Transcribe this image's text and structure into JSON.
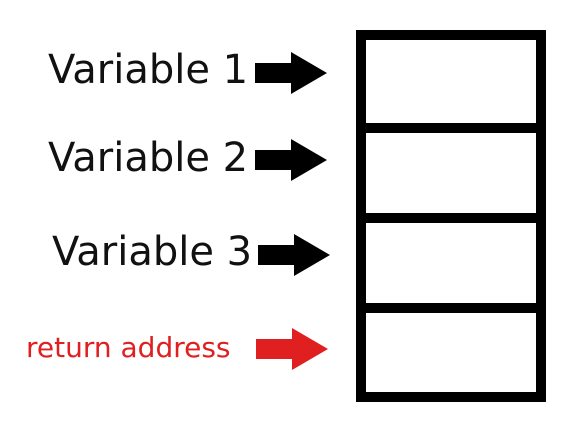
{
  "labels": {
    "variable_1": "Variable 1",
    "variable_2": "Variable 2",
    "variable_3": "Variable 3",
    "return_address": "return address"
  },
  "colors": {
    "text": "#111111",
    "return_text": "#e02020",
    "arrow_default": "#000000",
    "arrow_return": "#e02020",
    "box_border": "#000000"
  },
  "icons": {
    "variable_arrow": "arrow-right-icon",
    "return_arrow": "arrow-right-icon"
  }
}
